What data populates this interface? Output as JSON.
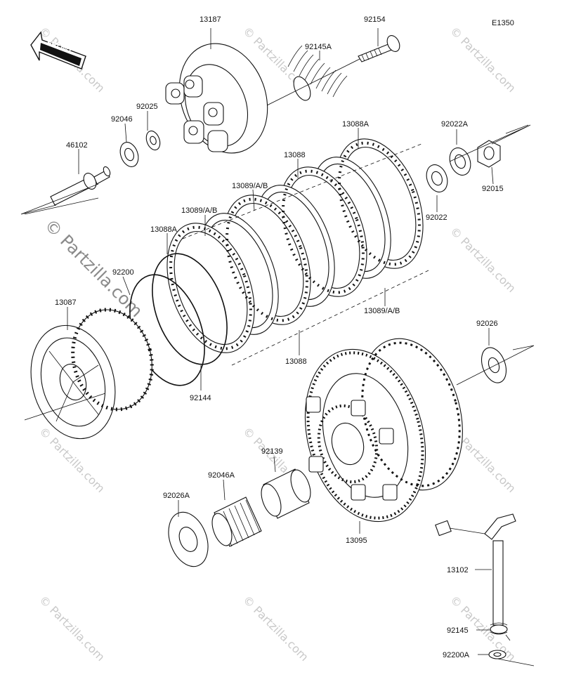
{
  "diagram": {
    "code": "E1350",
    "front_label": "FRONT",
    "watermark": "© Partzilla.com",
    "labels": [
      {
        "id": "13187",
        "text": "13187"
      },
      {
        "id": "92154",
        "text": "92154"
      },
      {
        "id": "92145A",
        "text": "92145A"
      },
      {
        "id": "92025",
        "text": "92025"
      },
      {
        "id": "92046",
        "text": "92046"
      },
      {
        "id": "46102",
        "text": "46102"
      },
      {
        "id": "13088A_top",
        "text": "13088A"
      },
      {
        "id": "92022A",
        "text": "92022A"
      },
      {
        "id": "92015",
        "text": "92015"
      },
      {
        "id": "92022",
        "text": "92022"
      },
      {
        "id": "13088_top",
        "text": "13088"
      },
      {
        "id": "13089AB_1",
        "text": "13089/A/B"
      },
      {
        "id": "13089AB_2",
        "text": "13089/A/B"
      },
      {
        "id": "13088A_left",
        "text": "13088A"
      },
      {
        "id": "92200",
        "text": "92200"
      },
      {
        "id": "13087",
        "text": "13087"
      },
      {
        "id": "13089AB_3",
        "text": "13089/A/B"
      },
      {
        "id": "13088_bottom",
        "text": "13088"
      },
      {
        "id": "92144",
        "text": "92144"
      },
      {
        "id": "92026",
        "text": "92026"
      },
      {
        "id": "92139",
        "text": "92139"
      },
      {
        "id": "92046A",
        "text": "92046A"
      },
      {
        "id": "92026A",
        "text": "92026A"
      },
      {
        "id": "13095",
        "text": "13095"
      },
      {
        "id": "13102",
        "text": "13102"
      },
      {
        "id": "92145",
        "text": "92145"
      },
      {
        "id": "92200A",
        "text": "92200A"
      }
    ]
  }
}
